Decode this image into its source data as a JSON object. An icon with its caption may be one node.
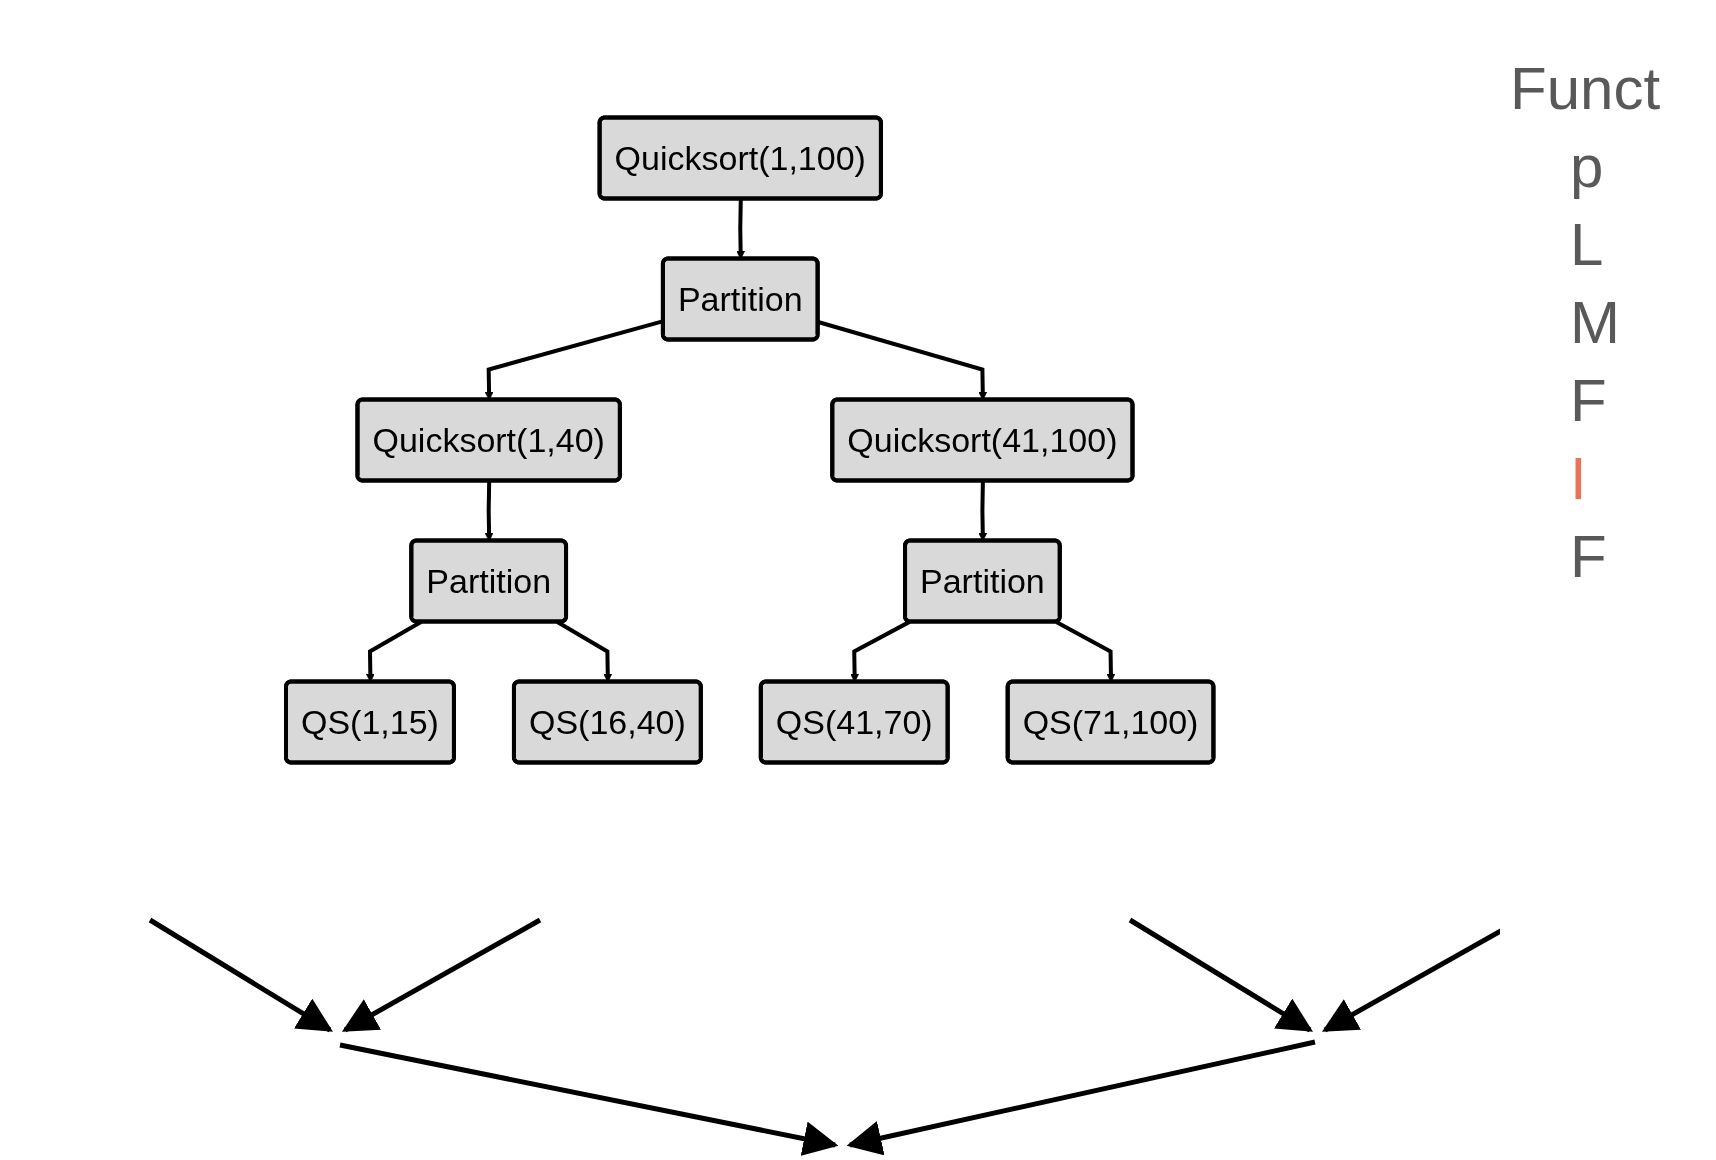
{
  "diagram": {
    "nodes": [
      {
        "text": [
          "Quicksort(1,100)"
        ]
      },
      {
        "text": [
          "Partition"
        ]
      },
      {
        "text": [
          "Quicksort(1,40)"
        ]
      },
      {
        "text": [
          "Quicksort(41,100)"
        ]
      },
      {
        "text": [
          "Partition"
        ]
      },
      {
        "text": [
          "Partition"
        ]
      },
      {
        "text": [
          "QS(1,15)"
        ]
      },
      {
        "text": [
          "QS(16,40)"
        ]
      },
      {
        "text": [
          "QS(41,70)"
        ]
      },
      {
        "text": [
          "QS(71,100)"
        ]
      }
    ],
    "edges": [
      {
        "from": 0,
        "to": 1,
        "arrow": "to"
      },
      {
        "from": 1,
        "to": 2,
        "arrow": "to"
      },
      {
        "from": 1,
        "to": 3,
        "arrow": "to"
      },
      {
        "from": 2,
        "to": 4,
        "arrow": "to"
      },
      {
        "from": 3,
        "to": 5,
        "arrow": "to"
      },
      {
        "from": 4,
        "to": 6,
        "arrow": "to"
      },
      {
        "from": 4,
        "to": 7,
        "arrow": "to"
      },
      {
        "from": 5,
        "to": 8,
        "arrow": "to"
      },
      {
        "from": 5,
        "to": 9,
        "arrow": "to"
      }
    ],
    "labels": [
      "Funct",
      "p",
      "L",
      "M",
      "F",
      "I",
      "F"
    ]
  }
}
